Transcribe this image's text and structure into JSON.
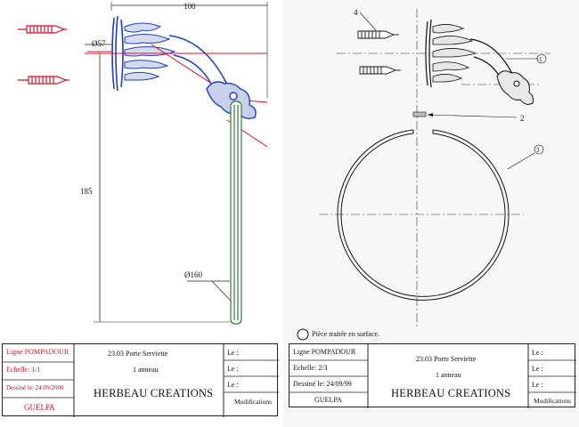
{
  "left_sheet": {
    "dimensions": {
      "width": "100",
      "diameter_top": "Ø57",
      "height": "185",
      "diameter_ring": "Ø160"
    },
    "title_block": {
      "line": "Ligne POMPADOUR",
      "scale": "Echelle: 1/1",
      "drawn": "Dessiné le: 24/09/2000",
      "author": "GUELPA",
      "product": "23.03 Porte Serviette",
      "subtitle": "1 anneau",
      "brand": "HERBEAU CREATIONS",
      "le1": "Le :",
      "le2": "Le :",
      "le3": "Le :",
      "modifications": "Modifications"
    }
  },
  "right_sheet": {
    "callouts": [
      "4",
      "1",
      "2",
      "3"
    ],
    "note": "Pièce traitée en surface.",
    "title_block": {
      "line": "Ligne POMPADOUR",
      "scale": "Echelle: 2/3",
      "drawn": "Dessiné le: 24/09/99",
      "author": "GUELPA",
      "product": "23.03 Porte Serviette",
      "subtitle": "1 anneau",
      "brand": "HERBEAU CREATIONS",
      "le1": "Le :",
      "le2": "Le :",
      "le3": "Le :",
      "modifications": "Modifications"
    }
  },
  "colors": {
    "red": "#d8102a",
    "ink": "#111111",
    "green": "#2e7d32",
    "blue": "#1f3fbf"
  }
}
